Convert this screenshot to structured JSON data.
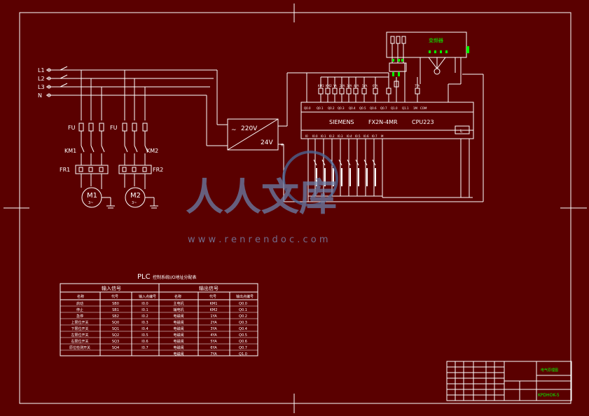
{
  "colors": {
    "background": "#5a0000",
    "line": "#ffffff",
    "green_text": "#00ff00",
    "watermark": "#6a7fa8"
  },
  "supply": {
    "lines": [
      "L1",
      "L2",
      "L3",
      "N"
    ],
    "fuse_labels": [
      "FU",
      "FU"
    ],
    "contactors": [
      "KM1",
      "KM2"
    ],
    "thermal_relays": [
      "FR1",
      "FR2"
    ],
    "motors": [
      {
        "name": "M1",
        "sub": "3~"
      },
      {
        "name": "M2",
        "sub": "3~"
      }
    ]
  },
  "psu": {
    "ac": "220V",
    "dc": "24V",
    "ac_symbol": "~",
    "minus": "-",
    "plus": "+"
  },
  "plc": {
    "brand": "SIEMENS",
    "model": "FX2N-4MR",
    "cpu": "CPU223",
    "led": "L",
    "output_terminals": [
      "Q0.0",
      "Q0.1",
      "Q0.2",
      "Q0.3",
      "Q0.4",
      "Q0.5",
      "Q0.6",
      "Q0.7",
      "Q1.0",
      "Q1.1",
      "1M",
      "COM"
    ],
    "input_terminals": [
      "I0",
      "I0.0",
      "I0.1",
      "I0.2",
      "I0.3",
      "I0.4",
      "I0.5",
      "I0.6",
      "I0.7",
      "M"
    ],
    "output_loads": [
      "KM1",
      "KM2",
      "YA",
      "2YA",
      "3YA",
      "4YA",
      "5YA",
      "6YA",
      "7YA"
    ]
  },
  "inverter": {
    "label": "变频器"
  },
  "table": {
    "title_prefix": "PLC",
    "title_rest": "控制系统I/O地址分配表",
    "input_header": "输入信号",
    "output_header": "输出信号",
    "col_headers": [
      "名称",
      "代号",
      "输入点编号",
      "名称",
      "代号",
      "输出点编号"
    ],
    "rows": [
      [
        "启动",
        "SB0",
        "I0.0",
        "主电机",
        "KM1",
        "Q0.0"
      ],
      [
        "停止",
        "SB1",
        "I0.1",
        "辅电机",
        "KM2",
        "Q0.1"
      ],
      [
        "急停",
        "SB2",
        "I0.2",
        "电磁阀",
        "1YA",
        "Q0.2"
      ],
      [
        "上限位开关",
        "SQ0",
        "I0.3",
        "电磁阀",
        "2YA",
        "Q0.3"
      ],
      [
        "下限位开关",
        "SQ1",
        "I0.4",
        "电磁阀",
        "3YA",
        "Q0.4"
      ],
      [
        "左限位开关",
        "SQ2",
        "I0.5",
        "电磁阀",
        "4YA",
        "Q0.5"
      ],
      [
        "右限位开关",
        "SQ3",
        "I0.6",
        "电磁阀",
        "5YA",
        "Q0.6"
      ],
      [
        "原位检测开关",
        "SQ4",
        "I0.7",
        "电磁阀",
        "6YA",
        "Q0.7"
      ],
      [
        "",
        "",
        "",
        "电磁阀",
        "7YA",
        "Q1.0"
      ]
    ]
  },
  "title_block": {
    "drawing_name": "电气原理图",
    "drawing_number": "KPDHOK-5"
  },
  "watermark": {
    "glyphs": "人人文库",
    "url": "w w w . r e n r e n d o c . c o m"
  }
}
